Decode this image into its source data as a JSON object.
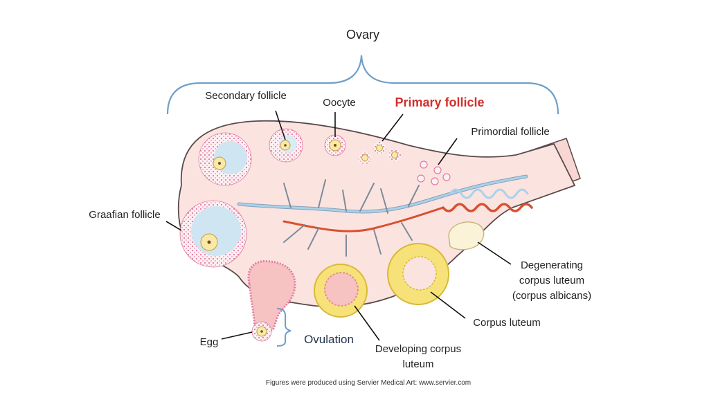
{
  "title": "Ovary",
  "labels": {
    "secondary_follicle": "Secondary follicle",
    "oocyte": "Oocyte",
    "primary_follicle": "Primary follicle",
    "primordial_follicle": "Primordial follicle",
    "graafian_follicle": "Graafian follicle",
    "degenerating_line1": "Degenerating",
    "degenerating_line2": "corpus luteum",
    "degenerating_line3": "(corpus albicans)",
    "corpus_luteum": "Corpus luteum",
    "egg": "Egg",
    "ovulation": "Ovulation",
    "developing_line1": "Developing corpus",
    "developing_line2": "luteum"
  },
  "credit": "Figures were produced using Servier Medical Art: www.servier.com",
  "colors": {
    "ovary_fill": "#fbe3e0",
    "ovary_outline": "#5a4a4a",
    "bracket": "#6f9fcb",
    "primary_label": "#d0312d",
    "vein": "#9cc7e0",
    "artery": "#d9502e",
    "corpus_luteum": "#f7e27a",
    "follicle_dots": "#e27aa0"
  }
}
